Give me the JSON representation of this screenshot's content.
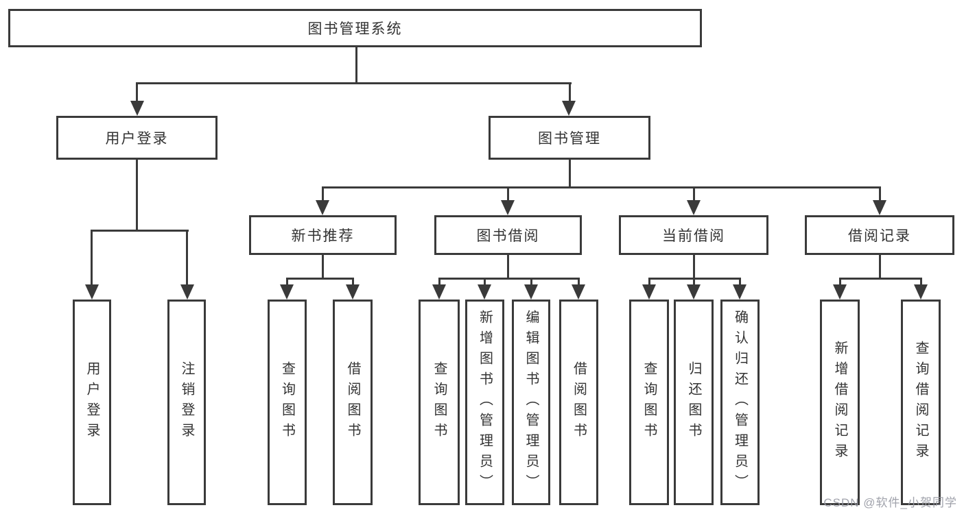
{
  "tree": {
    "root": {
      "label": "图书管理系统",
      "children": [
        {
          "label": "用户登录",
          "children": [
            {
              "label": "用户登录"
            },
            {
              "label": "注销登录"
            }
          ]
        },
        {
          "label": "图书管理",
          "children": [
            {
              "label": "新书推荐",
              "children": [
                {
                  "label": "查询图书"
                },
                {
                  "label": "借阅图书"
                }
              ]
            },
            {
              "label": "图书借阅",
              "children": [
                {
                  "label": "查询图书"
                },
                {
                  "label": "新增图书（管理员）"
                },
                {
                  "label": "编辑图书（管理员）"
                },
                {
                  "label": "借阅图书"
                }
              ]
            },
            {
              "label": "当前借阅",
              "children": [
                {
                  "label": "查询图书"
                },
                {
                  "label": "归还图书"
                },
                {
                  "label": "确认归还（管理员）"
                }
              ]
            },
            {
              "label": "借阅记录",
              "children": [
                {
                  "label": "新增借阅记录"
                },
                {
                  "label": "查询借阅记录"
                }
              ]
            }
          ]
        }
      ]
    }
  },
  "watermark": {
    "text": "CSDN @软件_小贺同学"
  },
  "colors": {
    "line": "#3a3a3a",
    "text": "#333333",
    "watermark": "#9698a2"
  }
}
